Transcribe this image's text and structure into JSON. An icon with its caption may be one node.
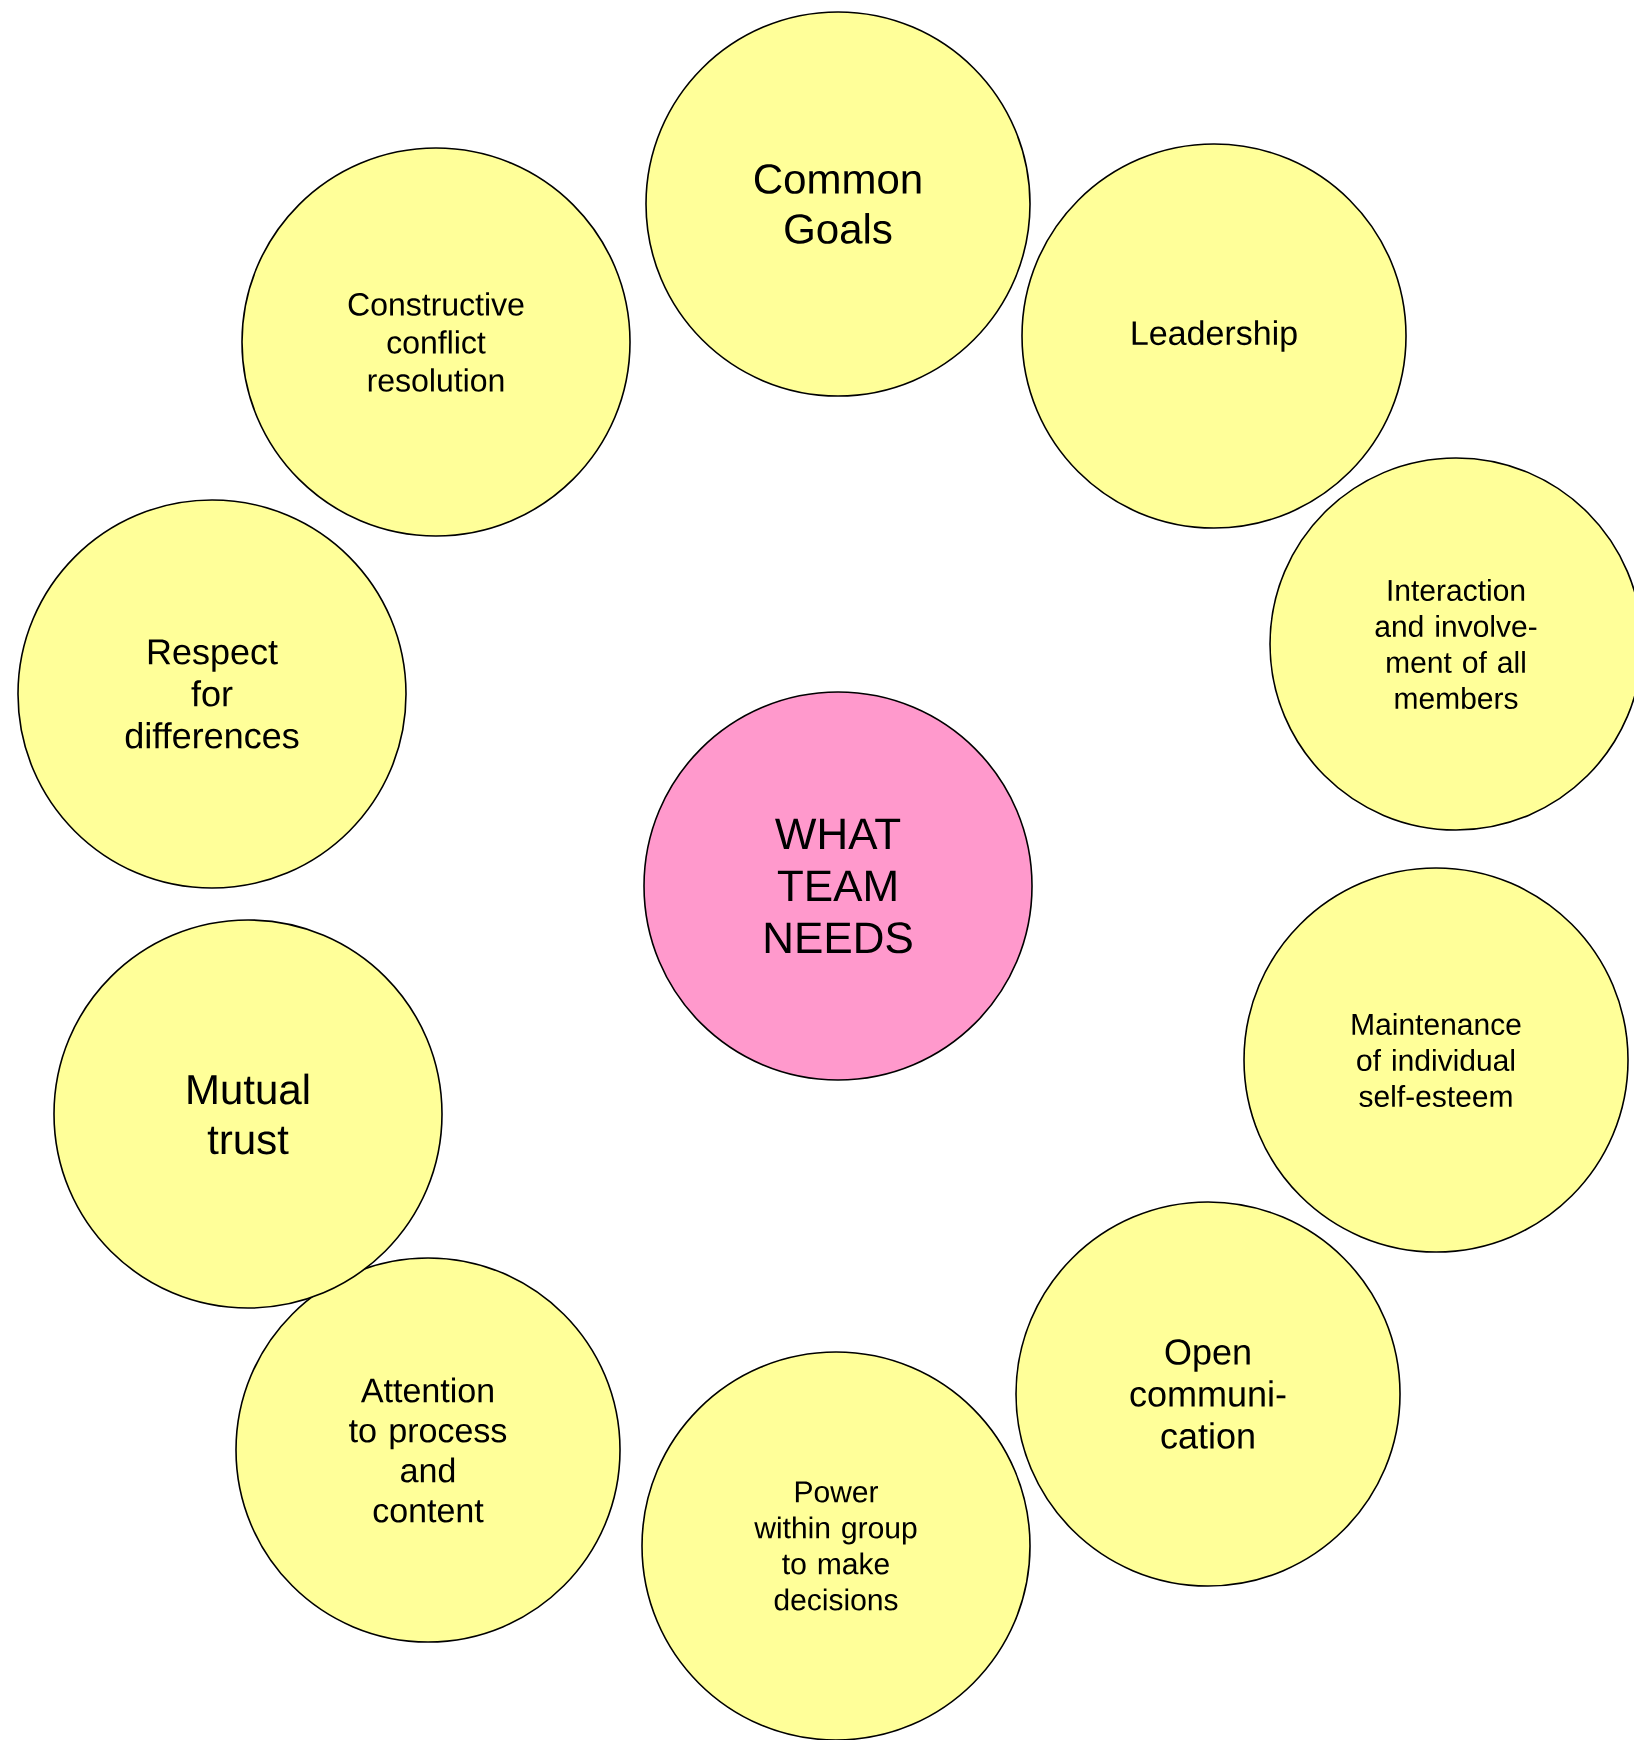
{
  "diagram": {
    "nodes": [
      {
        "text": [
          "WHAT TEAM NEEDS"
        ]
      },
      {
        "text": [
          "Common Goals"
        ]
      },
      {
        "text": [
          "Leadership"
        ]
      },
      {
        "text": [
          "Interaction and involve- ment of all members"
        ]
      },
      {
        "text": [
          "Maintenance of individual self-esteem"
        ]
      },
      {
        "text": [
          "Open communi- cation"
        ]
      },
      {
        "text": [
          "Power within group to make decisions"
        ]
      },
      {
        "text": [
          "Attention to process and content"
        ]
      },
      {
        "text": [
          "Mutual trust"
        ]
      },
      {
        "text": [
          "Respect for differences"
        ]
      },
      {
        "text": [
          "Constructive conflict resolution"
        ]
      }
    ]
  }
}
